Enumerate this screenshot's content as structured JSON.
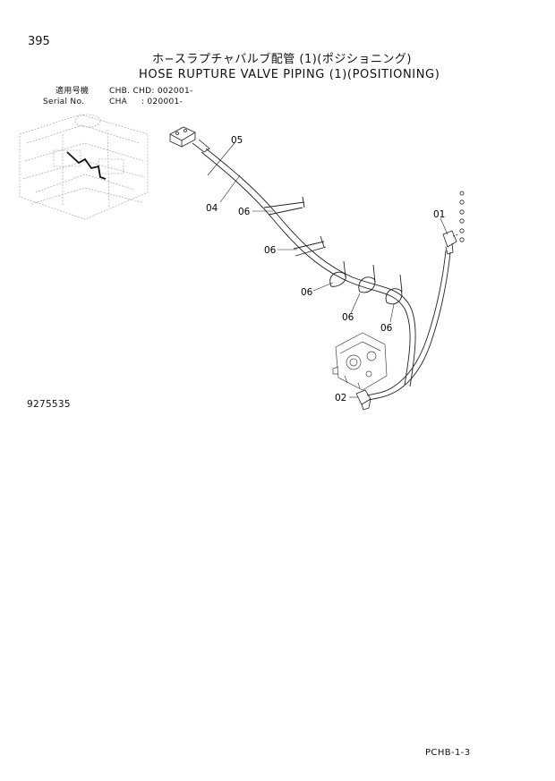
{
  "header": {
    "page_number": "395",
    "title_jp": "ホ−スラプチャバルブ配管 (1)(ポジショニング)",
    "title_en": "HOSE RUPTURE VALVE PIPING (1)(POSITIONING)",
    "applicable_label": "適用号機",
    "applicable_value": "CHB. CHD: 002001-",
    "serial_label": "Serial No.",
    "serial_value": "CHA     : 020001-"
  },
  "callouts": [
    "05",
    "04",
    "06",
    "06",
    "06",
    "06",
    "06",
    "01",
    "02"
  ],
  "footer": {
    "drawing_number": "9275535",
    "sheet_code": "PCHB-1-3"
  }
}
